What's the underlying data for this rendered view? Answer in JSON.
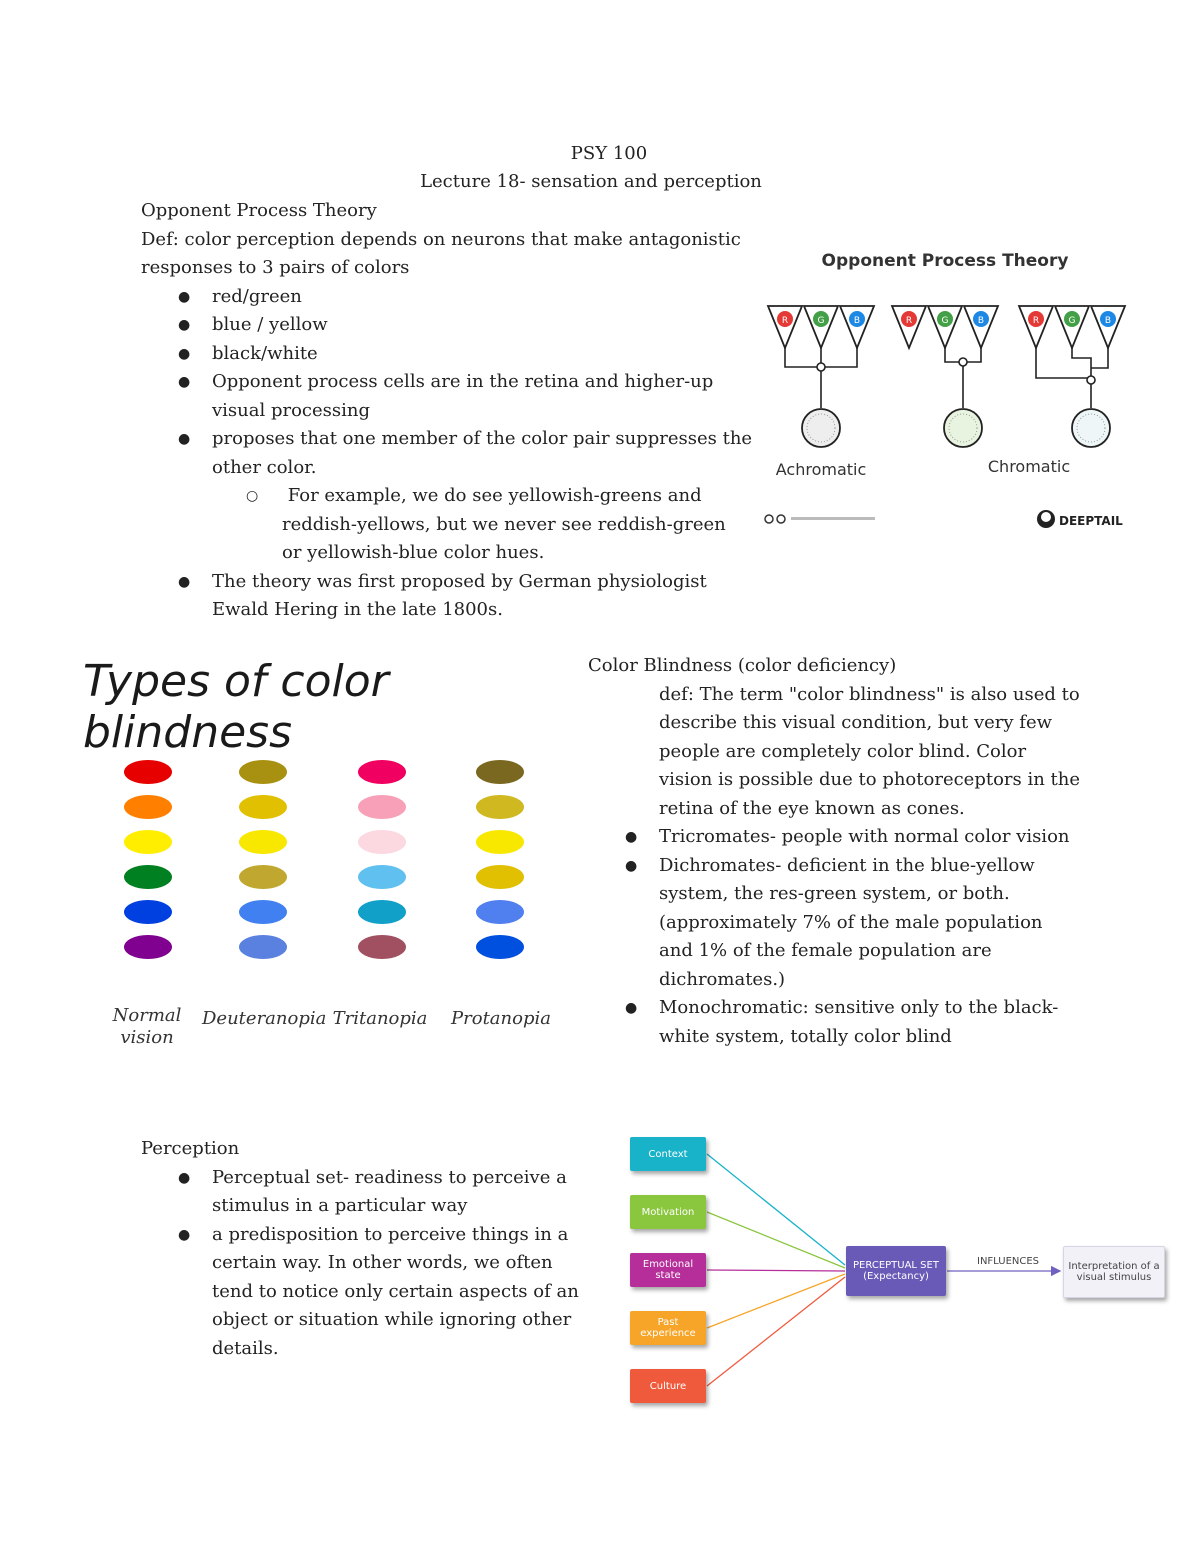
{
  "header": {
    "course": "PSY 100",
    "lecture": "Lecture 18- sensation and perception"
  },
  "opponent": {
    "heading": "Opponent Process Theory",
    "def_line1": "Def: color perception depends on neurons that make antagonistic",
    "def_line2": "responses to 3 pairs of colors",
    "bullets": [
      {
        "lines": [
          "red/green"
        ]
      },
      {
        "lines": [
          "blue / yellow"
        ]
      },
      {
        "lines": [
          "black/white"
        ]
      },
      {
        "lines": [
          "Opponent process cells are in the retina and higher-up",
          "visual processing"
        ]
      },
      {
        "lines": [
          "proposes that one member of the color pair suppresses the",
          "other color."
        ]
      }
    ],
    "sub": [
      "For example, we do see yellowish-greens and",
      "reddish-yellows, but we never see reddish-green",
      "or yellowish-blue color hues."
    ],
    "last": [
      "The theory was first proposed by German physiologist",
      "Ewald Hering in the late 1800s."
    ]
  },
  "fig_opponent": {
    "title": "Opponent Process Theory",
    "label_left": "Achromatic",
    "label_right": "Chromatic",
    "cone_letters": [
      "R",
      "G",
      "B"
    ],
    "logo": "DEEPTAIL",
    "colors": {
      "r": "#e53935",
      "g": "#43a047",
      "b": "#1e88e5"
    }
  },
  "fig_blind": {
    "title": "Types of color blindness",
    "columns": [
      {
        "label": [
          "Normal",
          "vision"
        ],
        "colors": [
          "#e60000",
          "#ff8000",
          "#ffee00",
          "#008020",
          "#0040e0",
          "#800090"
        ]
      },
      {
        "label": [
          "Deuteranopia"
        ],
        "colors": [
          "#a89010",
          "#e0c000",
          "#f8e800",
          "#c0a830",
          "#4080f0",
          "#5a80e0"
        ]
      },
      {
        "label": [
          "Tritanopia"
        ],
        "colors": [
          "#f00060",
          "#f8a0b8",
          "#fcd8e0",
          "#60c0f0",
          "#10a0c8",
          "#a05060"
        ]
      },
      {
        "label": [
          "Protanopia"
        ],
        "colors": [
          "#7a6820",
          "#d0b820",
          "#f8e800",
          "#e0c000",
          "#5080f0",
          "#0050e0"
        ]
      }
    ]
  },
  "blindness": {
    "heading": "Color Blindness (color deficiency)",
    "def": [
      "def: The term \"color blindness\" is also used to",
      "describe this visual condition, but very few",
      "people are completely color blind. Color",
      "vision is possible due to photoreceptors in the",
      "retina of the eye known as cones."
    ],
    "bullets": [
      {
        "lines": [
          "Tricromates- people with normal color vision"
        ]
      },
      {
        "lines": [
          "Dichromates- deficient in the blue-yellow",
          "system, the res-green system, or both.",
          "(approximately 7% of the male population",
          "and 1% of the female population are",
          "dichromates.)"
        ]
      },
      {
        "lines": [
          "Monochromatic: sensitive only to the black-",
          "white system, totally color blind"
        ]
      }
    ]
  },
  "perception": {
    "heading": "Perception",
    "bullets": [
      {
        "lines": [
          "Perceptual set- readiness to perceive a",
          "stimulus in a particular way"
        ]
      },
      {
        "lines": [
          "a predisposition to perceive things in a",
          "certain way. In other words, we often",
          "tend to notice only certain aspects of an",
          "object or situation while ignoring other",
          "details."
        ]
      }
    ]
  },
  "fig_percept": {
    "inputs": [
      {
        "label": "Context",
        "color": "#19b3c9"
      },
      {
        "label": "Motivation",
        "color": "#8bc63f"
      },
      {
        "label": "Emotional state",
        "color": "#b52e9a"
      },
      {
        "label": "Past experience",
        "color": "#f7a528"
      },
      {
        "label": "Culture",
        "color": "#f05a3c"
      }
    ],
    "center_l1": "PERCEPTUAL SET",
    "center_l2": "(Expectancy)",
    "center_color": "#6a5ab8",
    "arrow_label": "INFLUENCES",
    "output_l1": "Interpretation of a",
    "output_l2": "visual stimulus"
  }
}
